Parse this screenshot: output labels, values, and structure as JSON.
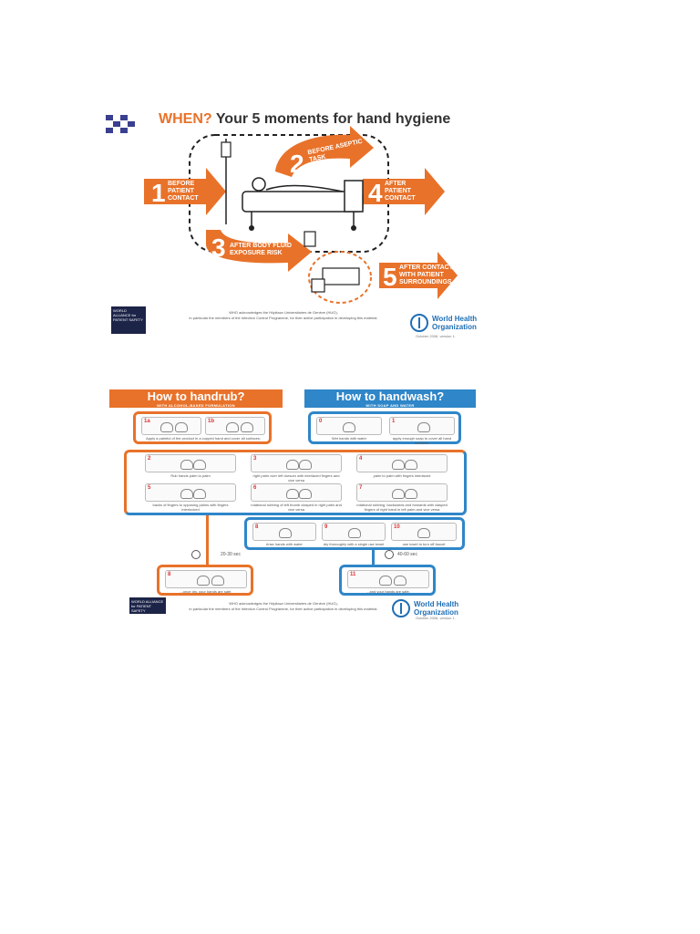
{
  "poster1": {
    "title_when": "WHEN?",
    "title_rest": " Your 5 moments for hand hygiene",
    "moments": [
      {
        "num": "1",
        "label": "BEFORE\nPATIENT\nCONTACT"
      },
      {
        "num": "2",
        "label": "BEFORE ASEPTIC\nTASK"
      },
      {
        "num": "3",
        "label": "AFTER BODY FLUID\nEXPOSURE RISK"
      },
      {
        "num": "4",
        "label": "AFTER\nPATIENT\nCONTACT"
      },
      {
        "num": "5",
        "label": "AFTER CONTACT\nWITH PATIENT\nSURROUNDINGS"
      }
    ],
    "ack_line1": "WHO acknowledges the Hôpitaux Universitaires de Genève (HUG),",
    "ack_line2": "in particular the members of the Infection Control Programme, for their active participation in developing this material.",
    "who_name_1": "World Health",
    "who_name_2": "Organization",
    "alliance_label": "WORLD ALLIANCE for PATIENT SAFETY",
    "version": "October 2006, version 1."
  },
  "poster2": {
    "handrub_title": "How to handrub?",
    "handrub_sub": "WITH ALCOHOL-BASED FORMULATION",
    "handwash_title": "How to handwash?",
    "handwash_sub": "WITH SOAP AND WATER",
    "rub_top": [
      {
        "num": "1a",
        "cap": ""
      },
      {
        "num": "1b",
        "cap": "Apply a palmful of the product in a cupped hand and cover all surfaces;"
      }
    ],
    "wash_top": [
      {
        "num": "0",
        "cap": "Wet hands with water"
      },
      {
        "num": "1",
        "cap": "apply enough soap to cover all hand surfaces."
      }
    ],
    "shared_steps": [
      {
        "num": "2",
        "cap": "Rub hands palm to palm"
      },
      {
        "num": "3",
        "cap": "right palm over left dorsum with interlaced fingers and vice versa"
      },
      {
        "num": "4",
        "cap": "palm to palm with fingers interlaced"
      },
      {
        "num": "5",
        "cap": "backs of fingers to opposing palms with fingers interlocked"
      },
      {
        "num": "6",
        "cap": "rotational rubbing of left thumb clasped in right palm and vice versa"
      },
      {
        "num": "7",
        "cap": "rotational rubbing, backwards and forwards with clasped fingers of right hand in left palm and vice versa"
      }
    ],
    "wash_extra": [
      {
        "num": "8",
        "cap": "rinse hands with water"
      },
      {
        "num": "9",
        "cap": "dry thoroughly with a single use towel"
      },
      {
        "num": "10",
        "cap": "use towel to turn off faucet"
      }
    ],
    "rub_duration": "20-30 sec",
    "wash_duration": "40-60 sec",
    "rub_end": {
      "num": "8",
      "cap": "...once dry, your hands are safe."
    },
    "wash_end": {
      "num": "11",
      "cap": "...and your hands are safe."
    },
    "ack_line1": "WHO acknowledges the Hôpitaux Universitaires de Genève (HUG),",
    "ack_line2": "in particular the members of the Infection Control Programme, for their active participation in developing this material.",
    "who_name_1": "World Health",
    "who_name_2": "Organization",
    "alliance_label": "WORLD ALLIANCE for PATIENT SAFETY",
    "version": "October 2006, version 1."
  },
  "colors": {
    "orange": "#e8722a",
    "blue": "#2f86c8",
    "who_blue": "#1f6fb5",
    "title": "#333333"
  }
}
